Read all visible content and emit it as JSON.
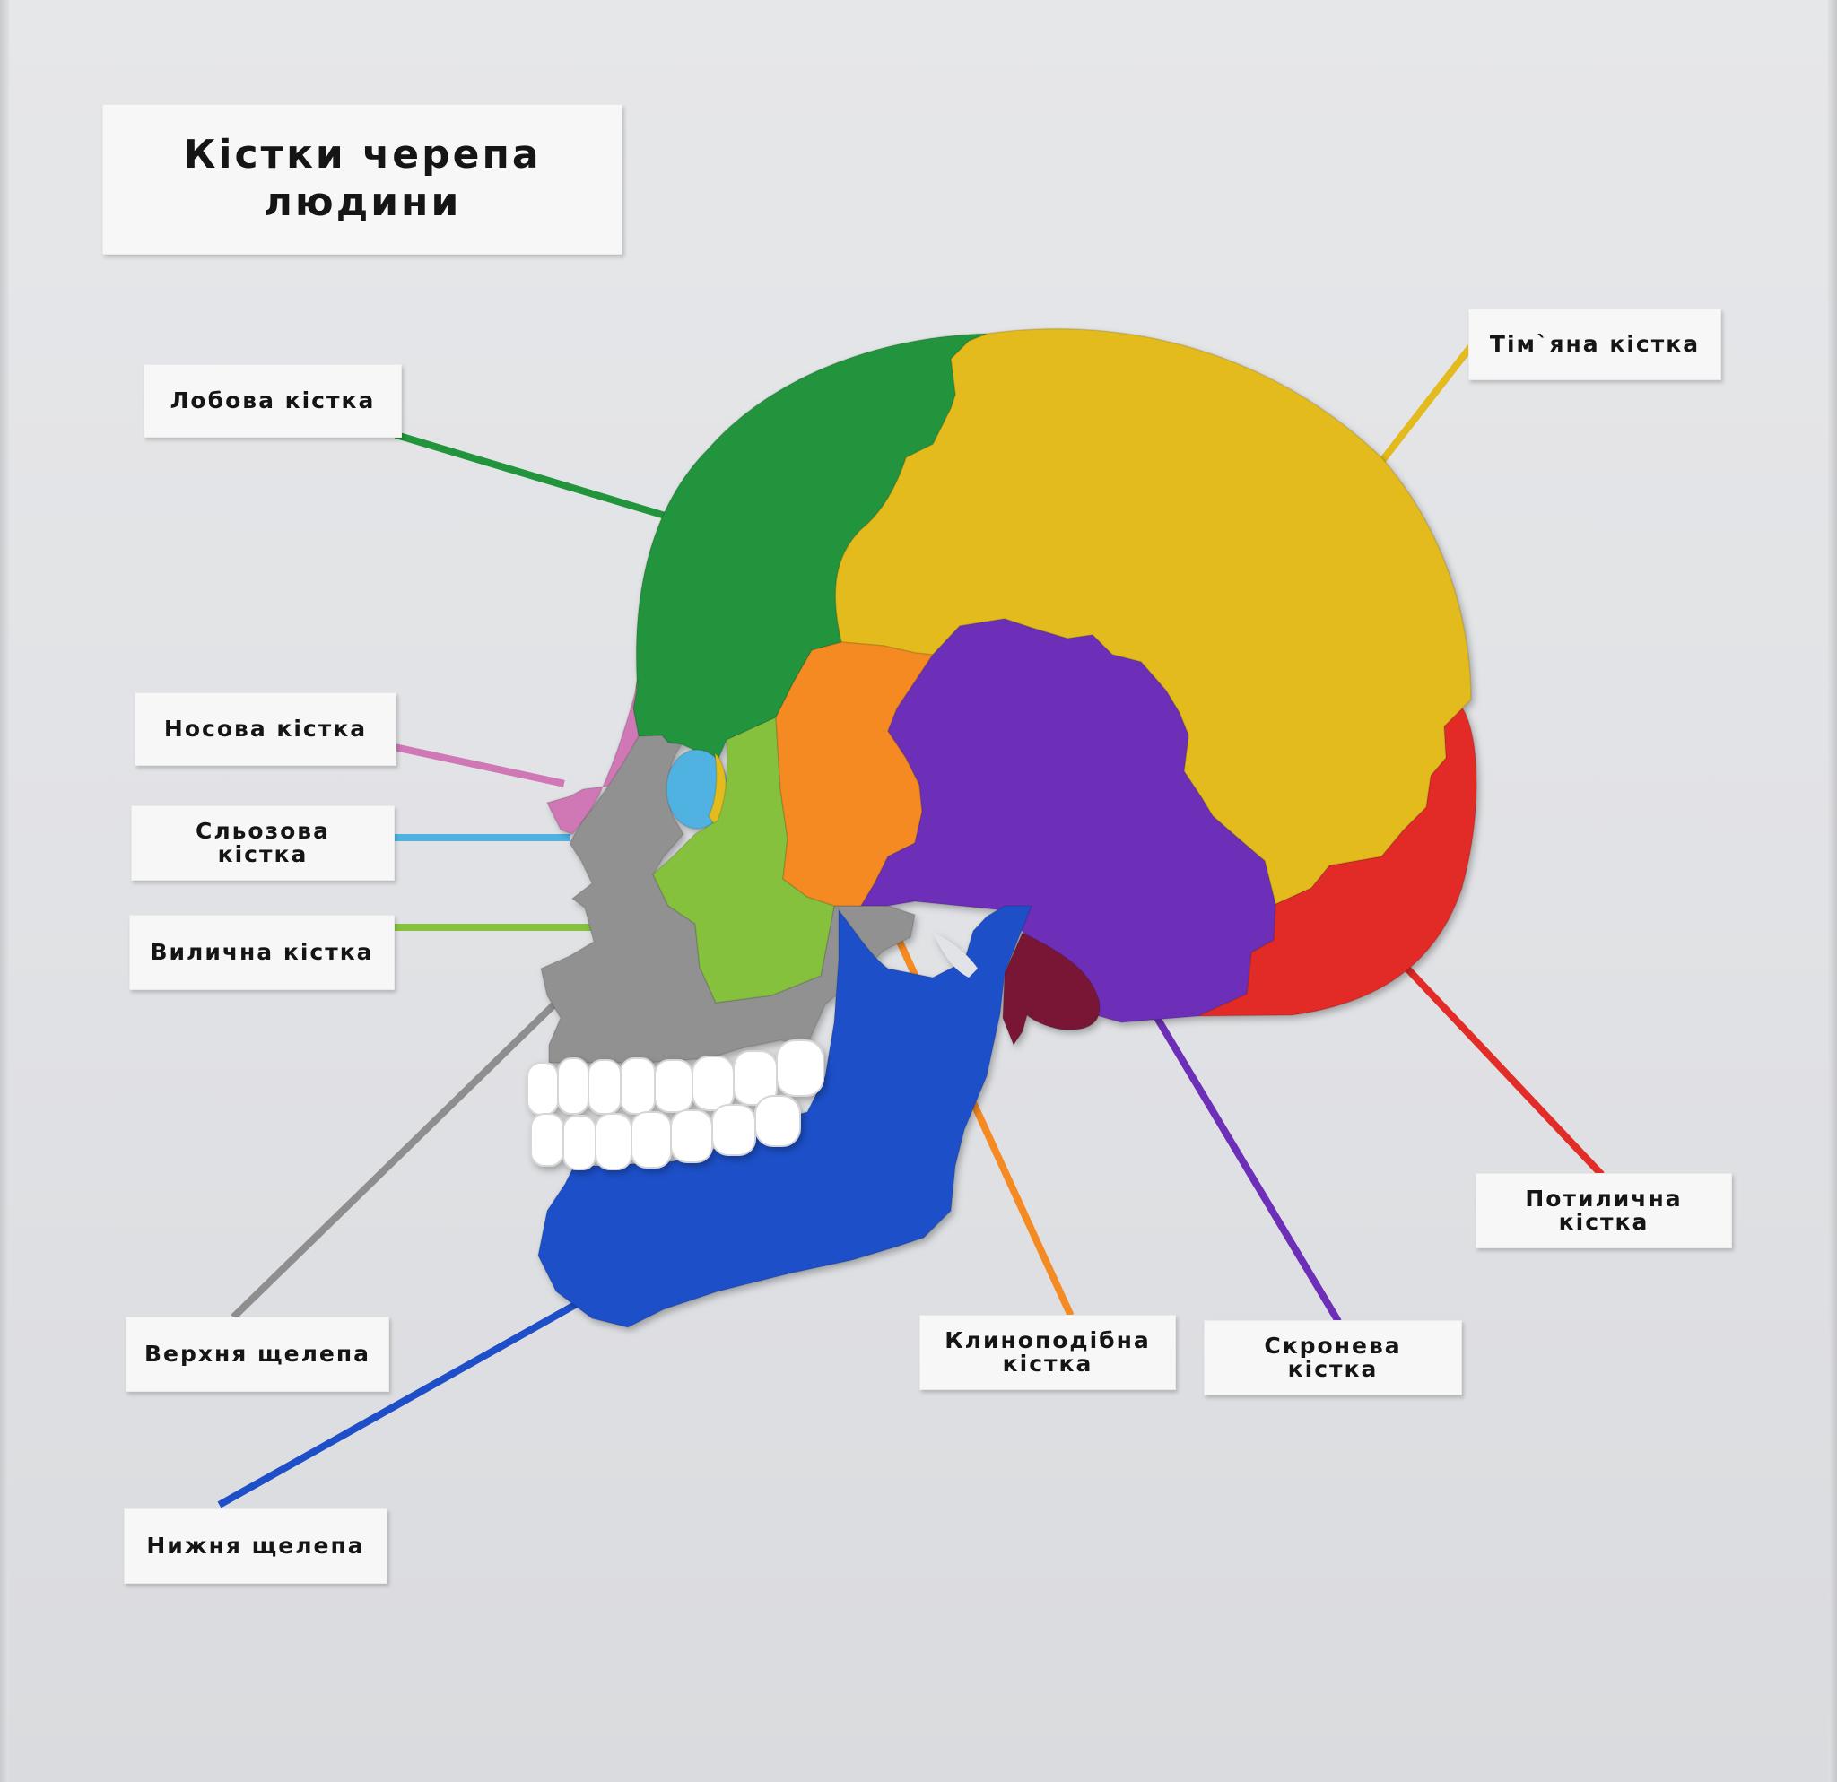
{
  "title": "Кістки черепа\nлюдини",
  "labels": {
    "frontal": "Лобова кістка",
    "parietal": "Тім`яна кістка",
    "nasal": "Носова кістка",
    "lacrimal": "Сльозова\nкістка",
    "zygomatic": "Вилична кістка",
    "maxilla": "Верхня щелепа",
    "mandible": "Нижня щелепа",
    "sphenoid": "Клиноподібна\nкістка",
    "temporal": "Скронева\nкістка",
    "occipital": "Потилична\nкістка"
  },
  "colors": {
    "frontal": "#22943c",
    "parietal": "#e3bb1e",
    "nasal": "#d077b5",
    "lacrimal": "#4fb2e0",
    "zygomatic": "#86c13e",
    "maxilla": "#919191",
    "mandible": "#1f4fc8",
    "sphenoid": "#f58a22",
    "temporal": "#6d2fb8",
    "occipital": "#e22c27",
    "teeth": "#ffffff",
    "board": "#e3e4e7",
    "plate": "#f7f7f7"
  }
}
